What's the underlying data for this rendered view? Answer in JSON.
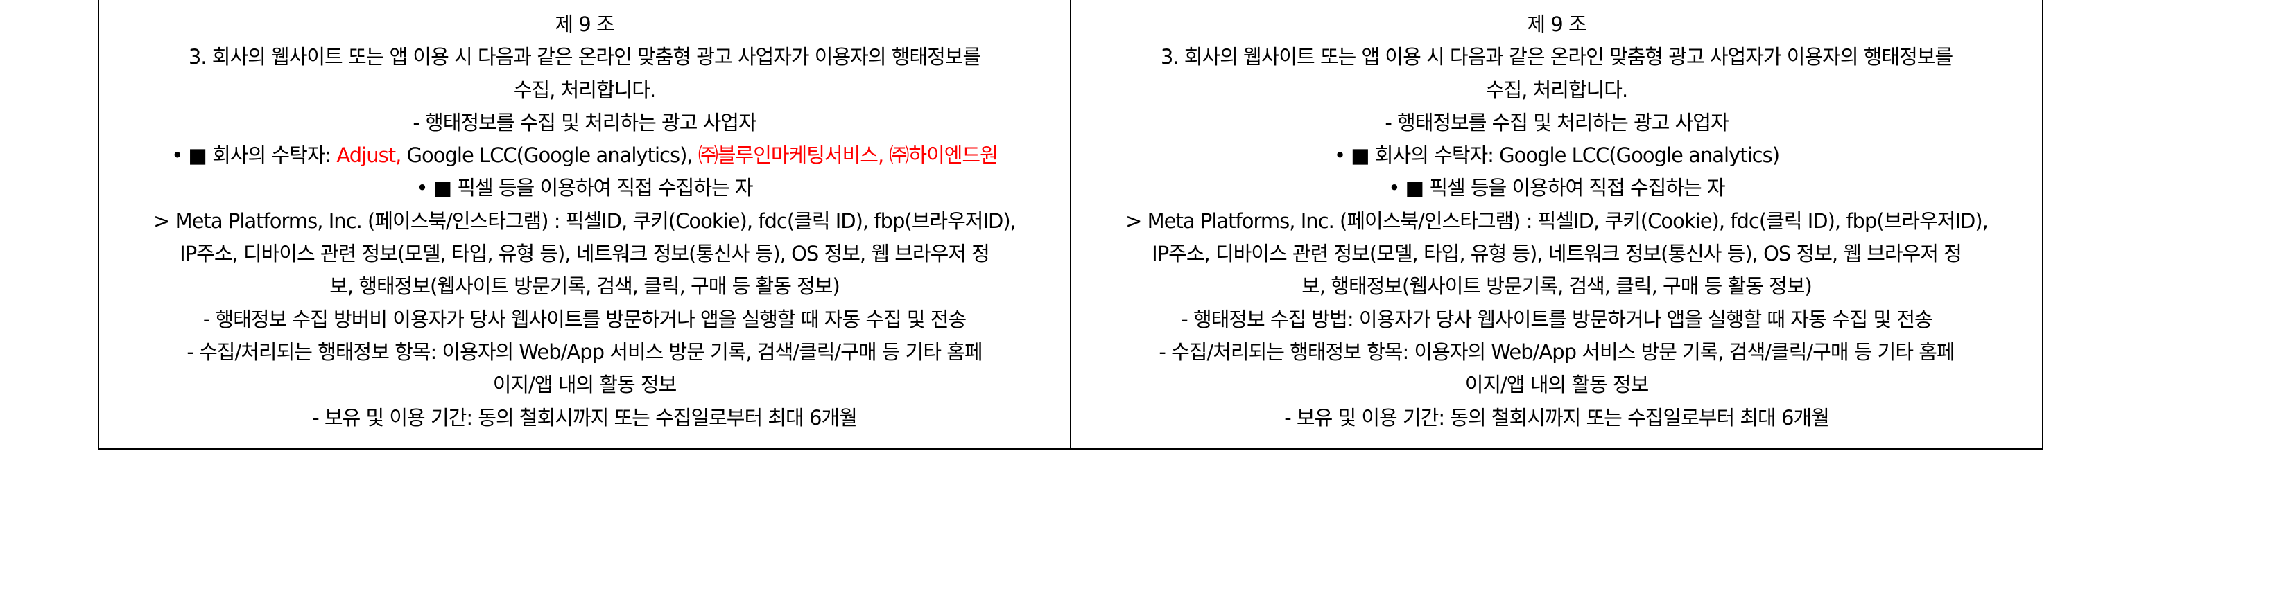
{
  "colors": {
    "highlight": "#ff0000",
    "text": "#000000",
    "border": "#000000"
  },
  "left": {
    "title": "제 9 조",
    "intro_1": "3. 회사의 웹사이트 또는 앱 이용 시 다음과 같은 온라인 맞춤형 광고 사업자가 이용자의 행태정보를",
    "intro_2": "수집, 처리합니다.",
    "sub_heading": "- 행태정보를 수집 및 처리하는 광고 사업자",
    "trustee_prefix": "• ■ 회사의 수탁자: ",
    "trustee_red_1": "Adjust, ",
    "trustee_mid": "Google LCC(Google analytics), ",
    "trustee_red_2": "㈜블루인마케팅서비스, ㈜하이엔드원",
    "pixel_heading": "• ■ 픽셀 등을 이용하여 직접 수집하는 자",
    "meta_1": "> Meta Platforms, Inc. (페이스북/인스타그램) : 픽셀ID, 쿠키(Cookie), fdc(클릭 ID), fbp(브라우저ID),",
    "meta_2": "IP주소, 디바이스 관련 정보(모델, 타입, 유형 등), 네트워크 정보(통신사 등), OS 정보, 웹 브라우저 정",
    "meta_3": "보, 행태정보(웹사이트 방문기록, 검색, 클릭, 구매 등 활동 정보)",
    "method": "- 행태정보 수집 방버비 이용자가 당사 웹사이트를 방문하거나 앱을 실행할 때 자동 수집 및 전송",
    "items_1": "- 수집/처리되는 행태정보 항목: 이용자의 Web/App 서비스 방문 기록, 검색/클릭/구매 등 기타 홈페",
    "items_2": "이지/앱 내의 활동 정보",
    "retention": "- 보유 및 이용 기간: 동의 철회시까지 또는 수집일로부터 최대 6개월"
  },
  "right": {
    "title": "제 9 조",
    "intro_1": "3. 회사의 웹사이트 또는 앱 이용 시 다음과 같은 온라인 맞춤형 광고 사업자가 이용자의 행태정보를",
    "intro_2": "수집, 처리합니다.",
    "sub_heading": "- 행태정보를 수집 및 처리하는 광고 사업자",
    "trustee": "• ■ 회사의 수탁자: Google LCC(Google analytics)",
    "pixel_heading": "• ■ 픽셀 등을 이용하여 직접 수집하는 자",
    "meta_1": "> Meta Platforms, Inc. (페이스북/인스타그램) : 픽셀ID, 쿠키(Cookie), fdc(클릭 ID), fbp(브라우저ID),",
    "meta_2": "IP주소, 디바이스 관련 정보(모델, 타입, 유형 등), 네트워크 정보(통신사 등), OS 정보, 웹 브라우저 정",
    "meta_3": "보, 행태정보(웹사이트 방문기록, 검색, 클릭, 구매 등 활동 정보)",
    "method": "- 행태정보 수집 방법: 이용자가 당사 웹사이트를 방문하거나 앱을 실행할 때 자동 수집 및 전송",
    "items_1": "- 수집/처리되는 행태정보 항목: 이용자의 Web/App 서비스 방문 기록, 검색/클릭/구매 등 기타 홈페",
    "items_2": "이지/앱 내의 활동 정보",
    "retention": "- 보유 및 이용 기간: 동의 철회시까지 또는 수집일로부터 최대 6개월"
  }
}
